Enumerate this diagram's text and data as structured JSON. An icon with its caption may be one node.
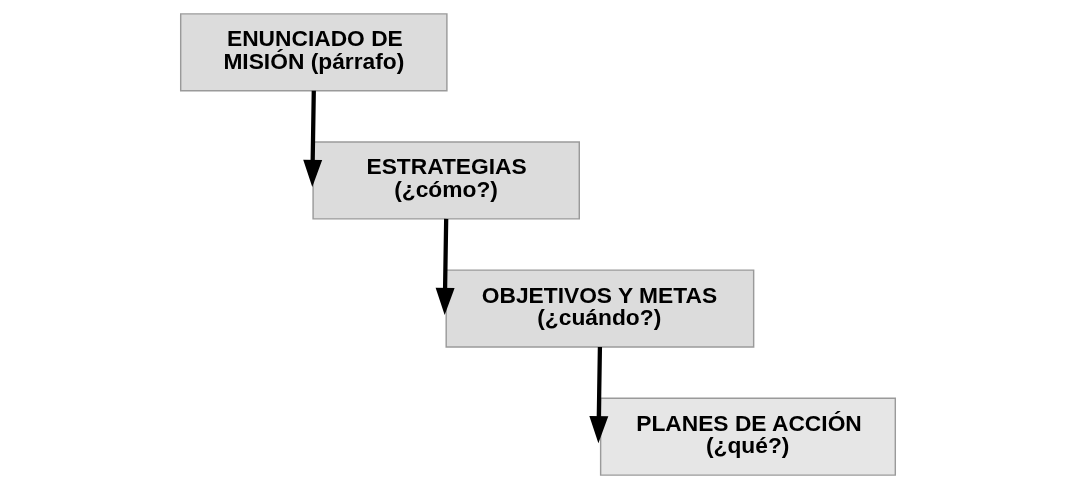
{
  "diagram": {
    "nodes": [
      {
        "text": [
          "ENUNCIADO DE MISIÓN (párrafo)"
        ]
      },
      {
        "text": [
          "ESTRATEGIAS (¿cómo?)"
        ]
      },
      {
        "text": [
          "OBJETIVOS Y METAS (¿cuándo?)"
        ]
      },
      {
        "text": [
          "PLANES DE ACCIÓN (¿qué?)"
        ]
      }
    ],
    "edges": [
      {
        "from": 0,
        "to": 1,
        "arrow": "to"
      },
      {
        "from": 1,
        "to": 2,
        "arrow": "to"
      },
      {
        "from": 2,
        "to": 3,
        "arrow": "to"
      }
    ]
  }
}
